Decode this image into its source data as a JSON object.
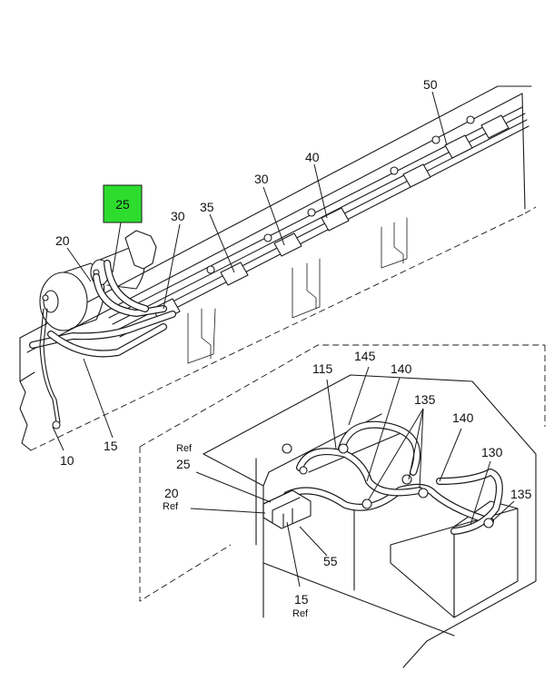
{
  "highlight_color": "#2ddc2d",
  "callouts": {
    "c10": "10",
    "c15": "15",
    "c20": "20",
    "c25_highlight": "25",
    "c30_left": "30",
    "c30_mid": "30",
    "c35": "35",
    "c40": "40",
    "c50": "50",
    "c115": "115",
    "c145": "145",
    "c140_top": "140",
    "c140_right": "140",
    "c135_top": "135",
    "c135_right": "135",
    "c130": "130",
    "c55": "55",
    "c25_ref_label": "Ref",
    "c25_ref_num": "25",
    "c20_ref_num": "20",
    "c20_ref_label": "Ref",
    "c15_ref_num": "15",
    "c15_ref_label": "Ref"
  }
}
